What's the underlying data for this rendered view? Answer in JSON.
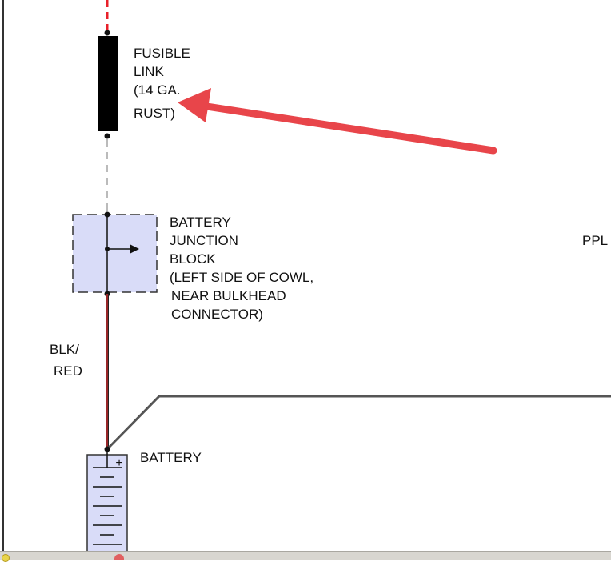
{
  "diagram": {
    "fusible_link": {
      "lines": [
        "FUSIBLE",
        "LINK",
        "(14 GA.",
        "RUST)"
      ]
    },
    "junction_block": {
      "lines": [
        "BATTERY",
        "JUNCTION",
        "BLOCK",
        "(LEFT SIDE OF COWL,",
        "NEAR BULKHEAD",
        "CONNECTOR)"
      ]
    },
    "wire_color": {
      "lines": [
        "BLK/",
        "RED"
      ]
    },
    "battery": {
      "label": "BATTERY",
      "plus": "+"
    },
    "edge_label": "PPL"
  },
  "colors": {
    "wire_red": "#e8202a",
    "arrow_red": "#e8454a",
    "junction_fill": "#d9dcf8",
    "battery_fill": "#d9dcf8",
    "wire_dark": "#555555"
  }
}
